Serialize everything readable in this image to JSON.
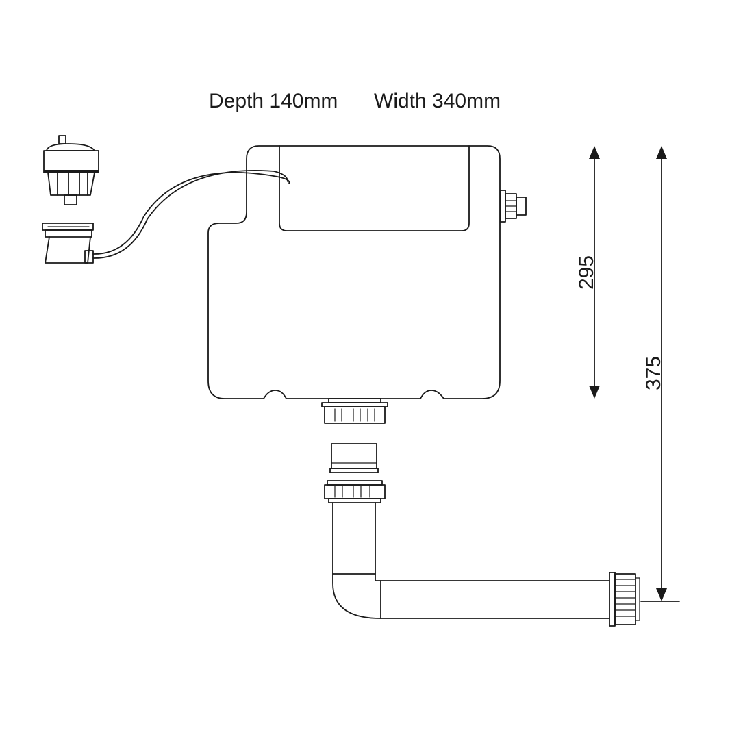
{
  "header": {
    "depth_label": "Depth 140mm",
    "width_label": "Width 340mm"
  },
  "dimensions": {
    "inner_height": "295",
    "outer_height": "375"
  }
}
